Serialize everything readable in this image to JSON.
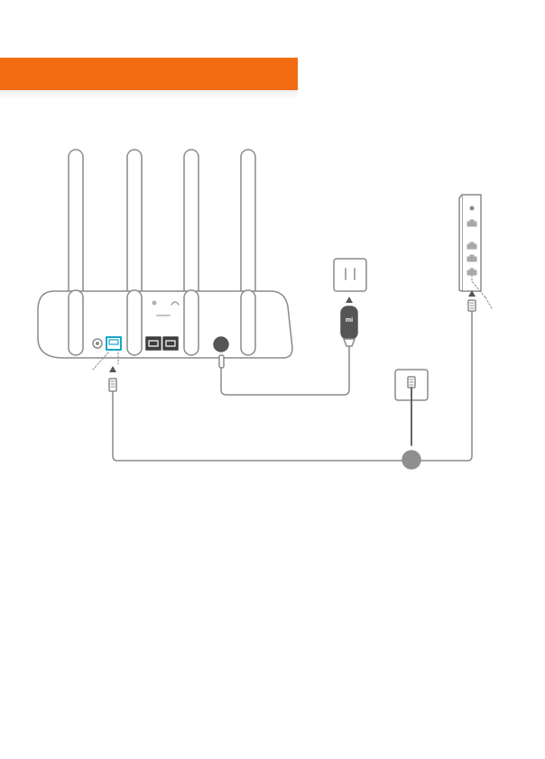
{
  "header": {
    "title": "",
    "accent_color": "#f36c12"
  },
  "colors": {
    "line": "#8a8a8a",
    "line_dark": "#6b6b6b",
    "wan_port": "#19a6c8",
    "junction": "#8f8f8f",
    "plug_body": "#555555"
  },
  "icons": {
    "router": "router-with-four-antennas",
    "modem": "modem-device",
    "outlet": "power-outlet-icon",
    "wall_jack": "ethernet-wall-jack-icon",
    "adapter": "power-adapter-plug-icon"
  },
  "router": {
    "label": "",
    "adapter_logo": "mi"
  }
}
